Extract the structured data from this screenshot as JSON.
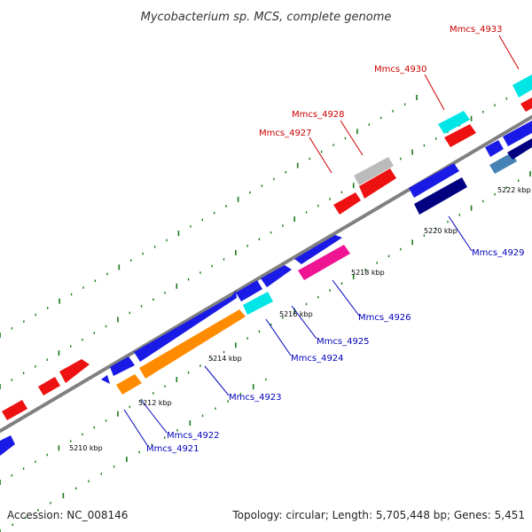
{
  "title": "Mycobacterium sp. MCS, complete genome",
  "footer": {
    "accession": "Accession: NC_008146",
    "info": "Topology: circular; Length: 5,705,448 bp; Genes: 5,451"
  },
  "colors": {
    "backbone": "#808080",
    "tick": "#1a7a1a",
    "label_top": "#cc0000",
    "label_bottom": "#0000bb",
    "red": "#ee1111",
    "blue": "#1a1ae6",
    "navy": "#000080",
    "orange": "#ff8c00",
    "cyan": "#00e5e5",
    "magenta": "#ee1493",
    "gray": "#bbbbbb",
    "steel": "#4682b4"
  },
  "ticks": [
    {
      "label": "5210 kbp"
    },
    {
      "label": "5212 kbp"
    },
    {
      "label": "5214 kbp"
    },
    {
      "label": "5216 kbp"
    },
    {
      "label": "5218 kbp"
    },
    {
      "label": "5220 kbp"
    },
    {
      "label": "5222 kbp"
    }
  ],
  "top_labels": [
    {
      "name": "Mmcs_4927"
    },
    {
      "name": "Mmcs_4928"
    },
    {
      "name": "Mmcs_4930"
    },
    {
      "name": "Mmcs_4933"
    }
  ],
  "bottom_labels": [
    {
      "name": "Mmcs_4921"
    },
    {
      "name": "Mmcs_4922"
    },
    {
      "name": "Mmcs_4923"
    },
    {
      "name": "Mmcs_4924"
    },
    {
      "name": "Mmcs_4925"
    },
    {
      "name": "Mmcs_4926"
    },
    {
      "name": "Mmcs_4929"
    }
  ]
}
